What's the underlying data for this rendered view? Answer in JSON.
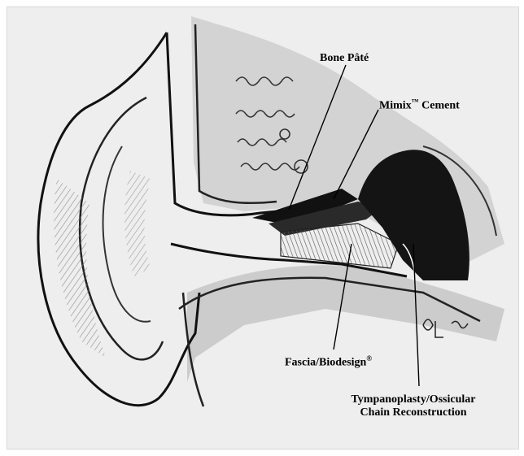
{
  "labels": {
    "bone_pate": "Bone Pâté",
    "mimix_prefix": "Mimix",
    "mimix_tm": "™",
    "mimix_suffix": " Cement",
    "fascia_prefix": "Fascia/Biodesign",
    "fascia_reg": "®",
    "tympanoplasty_line1": "Tympanoplasty/Ossicular",
    "tympanoplasty_line2": "Chain Reconstruction"
  },
  "signature": "BL"
}
